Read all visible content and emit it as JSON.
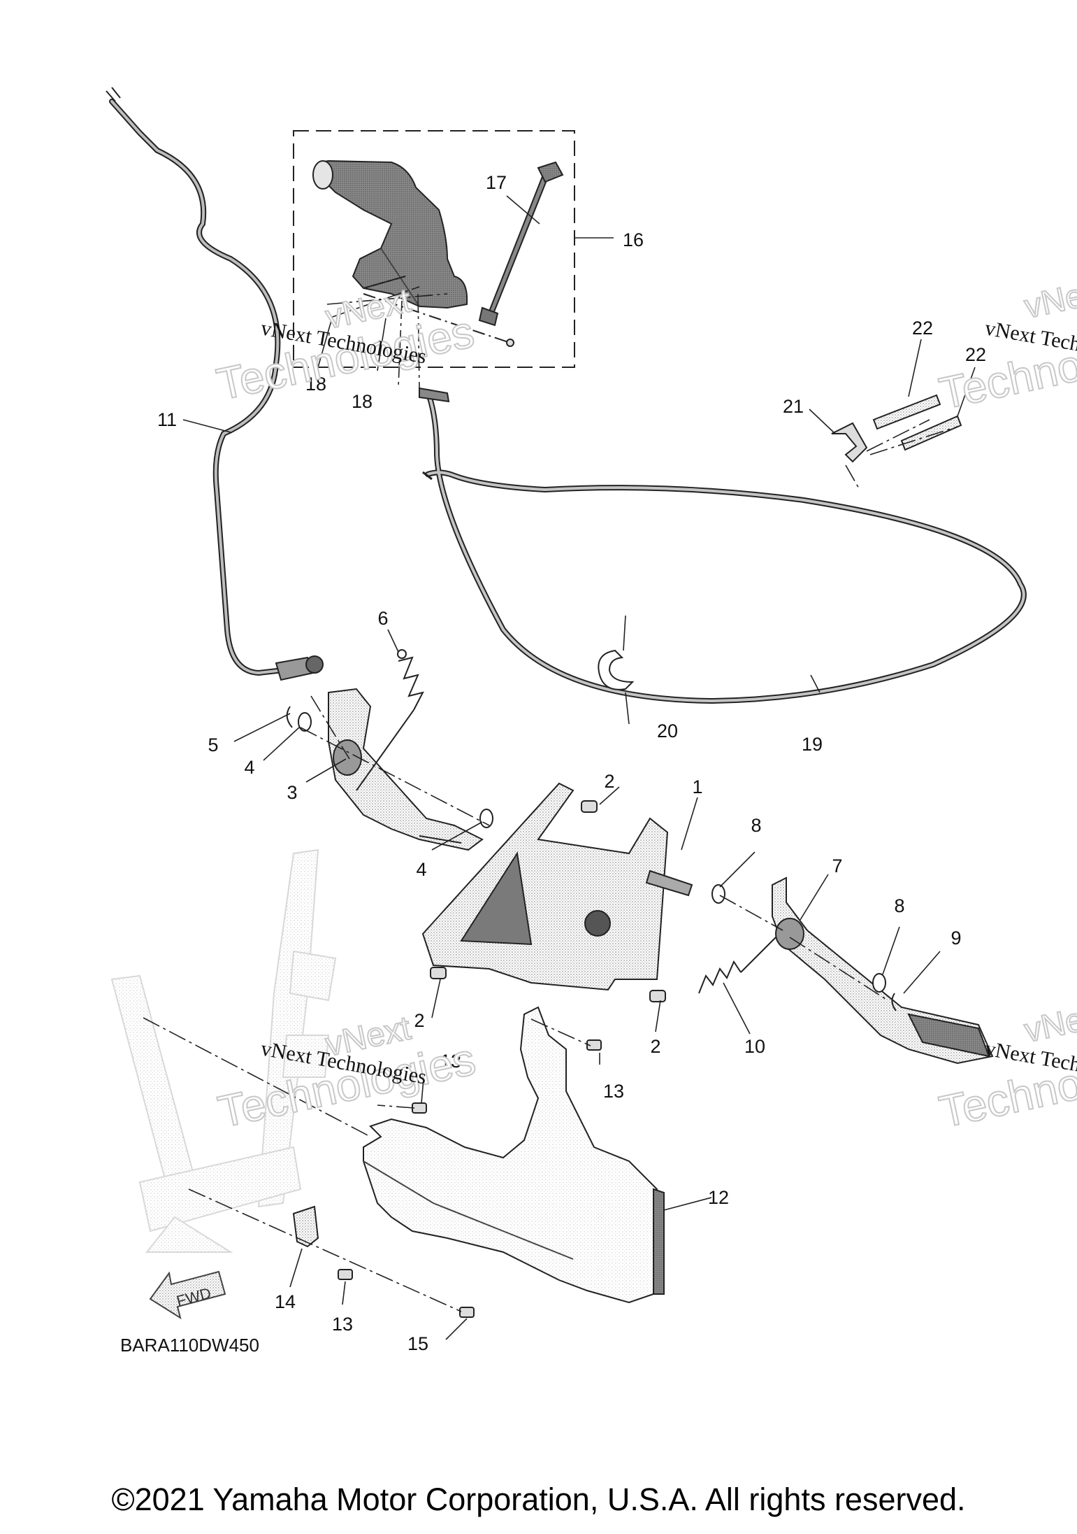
{
  "watermark": {
    "line1": "vNext Technologies",
    "line2": "Technologies",
    "faint": "vNext"
  },
  "callouts": [
    {
      "id": "1",
      "label": "1"
    },
    {
      "id": "2a",
      "label": "2"
    },
    {
      "id": "2b",
      "label": "2"
    },
    {
      "id": "2c",
      "label": "2"
    },
    {
      "id": "3",
      "label": "3"
    },
    {
      "id": "4a",
      "label": "4"
    },
    {
      "id": "4b",
      "label": "4"
    },
    {
      "id": "5",
      "label": "5"
    },
    {
      "id": "6",
      "label": "6"
    },
    {
      "id": "7",
      "label": "7"
    },
    {
      "id": "8a",
      "label": "8"
    },
    {
      "id": "8b",
      "label": "8"
    },
    {
      "id": "9",
      "label": "9"
    },
    {
      "id": "10",
      "label": "10"
    },
    {
      "id": "11",
      "label": "11"
    },
    {
      "id": "12",
      "label": "12"
    },
    {
      "id": "13a",
      "label": "13"
    },
    {
      "id": "13b",
      "label": "13"
    },
    {
      "id": "13c",
      "label": "13"
    },
    {
      "id": "14",
      "label": "14"
    },
    {
      "id": "15",
      "label": "15"
    },
    {
      "id": "16",
      "label": "16"
    },
    {
      "id": "17",
      "label": "17"
    },
    {
      "id": "18a",
      "label": "18"
    },
    {
      "id": "18b",
      "label": "18"
    },
    {
      "id": "19",
      "label": "19"
    },
    {
      "id": "20",
      "label": "20"
    },
    {
      "id": "21",
      "label": "21"
    },
    {
      "id": "22a",
      "label": "22"
    },
    {
      "id": "22b",
      "label": "22"
    }
  ],
  "fwd_label": "FWD",
  "diagram_code": "BARA110DW450",
  "copyright": "©2021 Yamaha Motor Corporation, U.S.A. All rights reserved."
}
